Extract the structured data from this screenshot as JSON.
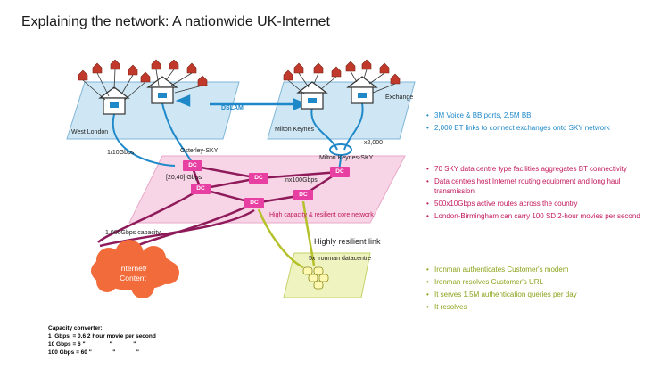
{
  "title": "Explaining the network: A nationwide UK-Internet",
  "regions": {
    "west_london": "West London",
    "milton_keynes": "Milton Keynes",
    "exchange": "Exchange",
    "dslam": "DSLAM"
  },
  "links": {
    "uplink": "1/10Gbps",
    "osterley": "Osterley-SKY",
    "x2000": "x2,000",
    "mk_sky": "Milton Keynes-SKY",
    "range": "[20,40] Gbps",
    "nx100": "nx100Gbps",
    "core": "High capacity & resilient core network",
    "capacity": "1,000Gbps capacity",
    "resilient": "Highly resilient link",
    "ironman": "5x Ironman datacentre",
    "dc": "DC"
  },
  "cloud": "Internet/ Content",
  "bullets_blue": [
    "3M Voice & BB ports, 2.5M BB",
    "2,000 BT links to connect exchanges onto SKY network"
  ],
  "bullets_red": [
    "70 SKY data centre type facilities aggregates BT connectivity",
    "Data centres host Internet routing equipment and long haul transmission",
    "500x10Gbps active routes across the country",
    "London-Birmingham can carry 100 SD 2-hour movies per second"
  ],
  "bullets_green": [
    "Ironman authenticates Customer's modem",
    "Ironman resolves Customer's URL",
    "It serves 1.5M authentication queries per day",
    "It resolves"
  ],
  "capacity_converter": {
    "heading": "Capacity converter:",
    "line1": "1  Gbps  = 0.6 2 hour movie per second",
    "line2": "10 Gbps = 6 \"               \"             \"",
    "line3": "100 Gbps = 60 \"             \"             \""
  },
  "colors": {
    "blue": "#1e88c8",
    "pink": "#e83fa3",
    "purple": "#8e1a5a",
    "olive": "#b5c12a",
    "cloud": "#f26b3a",
    "red_text": "#c2185b",
    "green_text": "#8aa31a"
  }
}
